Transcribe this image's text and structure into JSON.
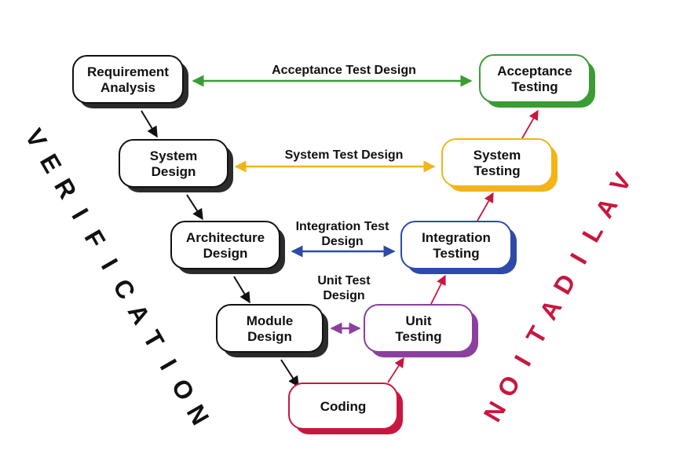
{
  "colors": {
    "shadow": "#2b2b2b",
    "black": "#111111",
    "green": "#3a9c35",
    "yellow": "#f2b417",
    "blue": "#2e4aa8",
    "purple": "#8b3f9e",
    "crimson": "#c8173f"
  },
  "boxes": {
    "requirement_analysis": [
      "Requirement",
      "Analysis"
    ],
    "system_design": [
      "System",
      "Design"
    ],
    "architecture_design": [
      "Architecture",
      "Design"
    ],
    "module_design": [
      "Module",
      "Design"
    ],
    "coding": [
      "Coding"
    ],
    "unit_testing": [
      "Unit",
      "Testing"
    ],
    "integration_testing": [
      "Integration",
      "Testing"
    ],
    "system_testing": [
      "System",
      "Testing"
    ],
    "acceptance_testing": [
      "Acceptance",
      "Testing"
    ]
  },
  "links": {
    "acceptance_test_design": [
      "Acceptance Test Design"
    ],
    "system_test_design": [
      "System Test Design"
    ],
    "integration_test_design": [
      "Integration Test",
      "Design"
    ],
    "unit_test_design": [
      "Unit Test",
      "Design"
    ]
  },
  "side_labels": {
    "verification": "VERIFICATION",
    "validation": "VALIDATION"
  }
}
